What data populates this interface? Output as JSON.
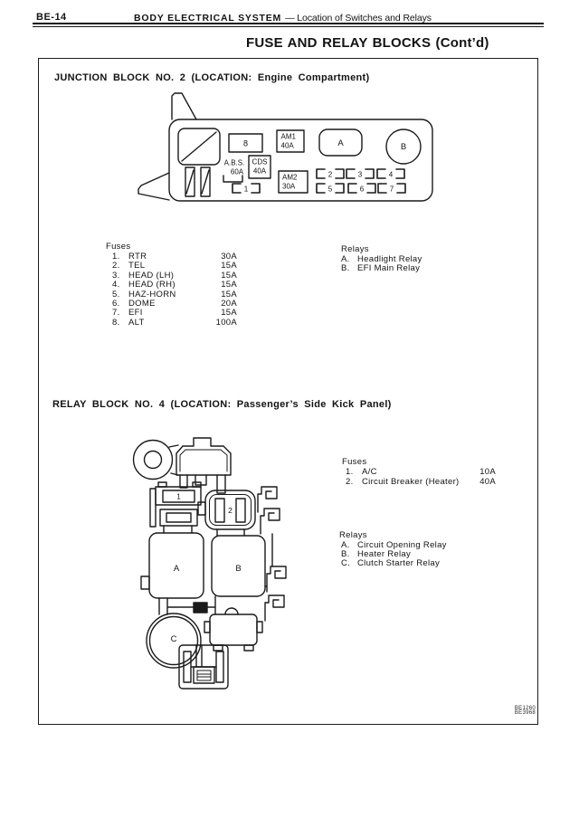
{
  "page": {
    "code": "BE-14",
    "header_bold": "BODY ELECTRICAL SYSTEM",
    "header_rest": "— Location of Switches and Relays",
    "title": "FUSE AND RELAY BLOCKS (Cont’d)",
    "ref_codes": [
      "BE1260",
      "BE3968"
    ],
    "colors": {
      "ink": "#1a1a1a",
      "paper": "#ffffff"
    }
  },
  "junction_block": {
    "heading": "JUNCTION BLOCK NO. 2 (LOCATION: Engine Compartment)",
    "diagram": {
      "fuse_8": "8",
      "abs_label": "A.B.S.",
      "abs_amp": "60A",
      "cds_label": "CDS",
      "cds_amp": "40A",
      "am1_label": "AM1",
      "am1_amp": "40A",
      "am2_label": "AM2",
      "am2_amp": "30A",
      "relay_a": "A",
      "relay_b": "B",
      "slot_1": "1",
      "slot_2": "2",
      "slot_3": "3",
      "slot_4": "4",
      "slot_5": "5",
      "slot_6": "6",
      "slot_7": "7"
    },
    "fuses": {
      "label": "Fuses",
      "items": [
        {
          "num": "1.",
          "name": "RTR",
          "amp": "30A"
        },
        {
          "num": "2.",
          "name": "TEL",
          "amp": "15A"
        },
        {
          "num": "3.",
          "name": "HEAD (LH)",
          "amp": "15A"
        },
        {
          "num": "4.",
          "name": "HEAD (RH)",
          "amp": "15A"
        },
        {
          "num": "5.",
          "name": "HAZ-HORN",
          "amp": "15A"
        },
        {
          "num": "6.",
          "name": "DOME",
          "amp": "20A"
        },
        {
          "num": "7.",
          "name": "EFI",
          "amp": "15A"
        },
        {
          "num": "8.",
          "name": "ALT",
          "amp": "100A"
        }
      ]
    },
    "relays": {
      "label": "Relays",
      "items": [
        {
          "num": "A.",
          "name": "Headlight Relay"
        },
        {
          "num": "B.",
          "name": "EFI Main Relay"
        }
      ]
    }
  },
  "relay_block": {
    "heading": "RELAY BLOCK NO. 4 (LOCATION: Passenger’s Side Kick Panel)",
    "diagram": {
      "fuse_1": "1",
      "fuse_2": "2",
      "relay_a": "A",
      "relay_b": "B",
      "relay_c": "C"
    },
    "fuses": {
      "label": "Fuses",
      "items": [
        {
          "num": "1.",
          "name": "A/C",
          "amp": "10A"
        },
        {
          "num": "2.",
          "name": "Circuit Breaker (Heater)",
          "amp": "40A"
        }
      ]
    },
    "relays": {
      "label": "Relays",
      "items": [
        {
          "num": "A.",
          "name": "Circuit Opening Relay"
        },
        {
          "num": "B.",
          "name": "Heater Relay"
        },
        {
          "num": "C.",
          "name": "Clutch Starter Relay"
        }
      ]
    }
  }
}
